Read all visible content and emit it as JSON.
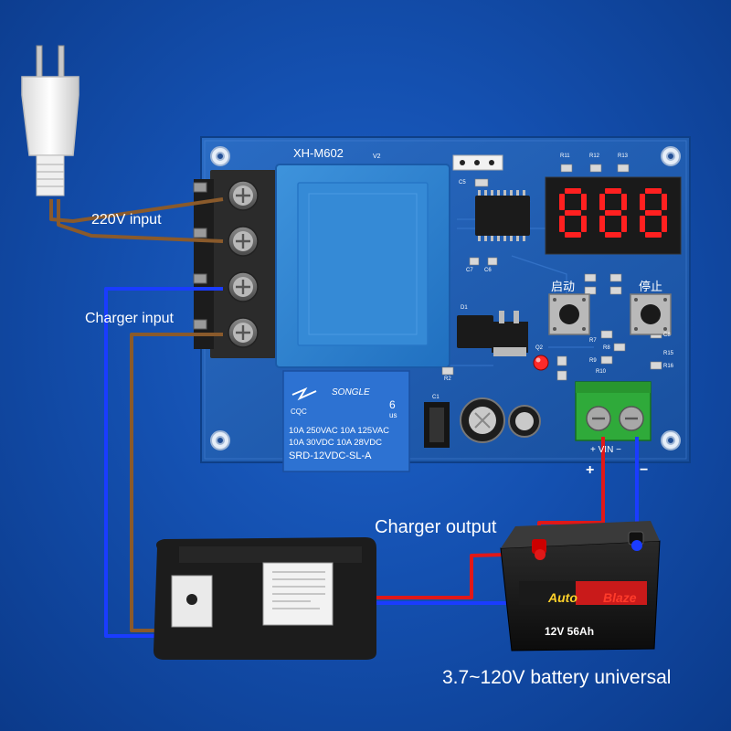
{
  "labels": {
    "ac_input": "220V input",
    "charger_input": "Charger input",
    "charger_output": "Charger output",
    "battery": "3.7~120V battery universal"
  },
  "board": {
    "model": "XH-M602",
    "version": "V2",
    "display_digits": "888",
    "start_label": "启动",
    "stop_label": "停止",
    "terminal_plus": "+",
    "terminal_minus": "−",
    "vin_label": "+ VIN −",
    "components": [
      "R11",
      "R12",
      "R13",
      "C5",
      "C7",
      "C6",
      "D1",
      "R2",
      "Q2",
      "R7",
      "R8",
      "R9",
      "C8",
      "R10",
      "R15",
      "R16",
      "C1"
    ]
  },
  "relay": {
    "brand": "SONGLE",
    "cqc": "CQC",
    "rating_num": "6",
    "rating_us": "us",
    "spec_line1": "10A 250VAC  10A 125VAC",
    "spec_line2": "10A  30VDC  10A  28VDC",
    "model": "SRD-12VDC-SL-A"
  },
  "battery_label": {
    "brand_left": "Auto",
    "brand_right": "Blaze",
    "rating": "12V 56Ah"
  },
  "colors": {
    "background": "#1450b0",
    "board": "#1c5fb8",
    "wire_ac": "#8a5a2b",
    "wire_dc": "#1a3cff",
    "wire_positive": "#e01818",
    "transformer": "#2f86d4"
  }
}
